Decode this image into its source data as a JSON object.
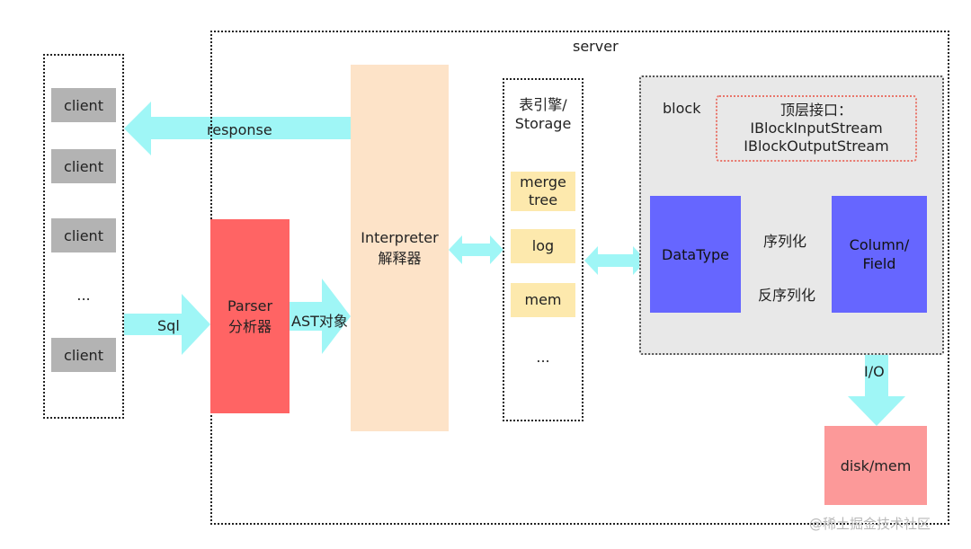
{
  "server_label": "server",
  "clients": [
    "client",
    "client",
    "client",
    "...",
    "client"
  ],
  "arrows": {
    "response": "response",
    "sql": "Sql",
    "ast": "AST对象",
    "serialize": "序列化",
    "deserialize": "反序列化",
    "io": "I/O"
  },
  "parser": {
    "line1": "Parser",
    "line2": "分析器"
  },
  "interpreter": {
    "line1": "Interpreter",
    "line2": "解释器"
  },
  "storage": {
    "title_line1": "表引擎/",
    "title_line2": "Storage",
    "items": [
      {
        "line1": "merge",
        "line2": "tree"
      },
      {
        "line1": "log"
      },
      {
        "line1": "mem"
      }
    ],
    "more": "..."
  },
  "block": {
    "label": "block",
    "top_interface": {
      "line1": "顶层接口：",
      "line2": "IBlockInputStream",
      "line3": "IBlockOutputStream"
    },
    "datatype": "DataType",
    "column": {
      "line1": "Column/",
      "line2": "Field"
    }
  },
  "disk": "disk/mem",
  "watermark": "@稀土掘金技术社区",
  "colors": {
    "arrow": "#9ff6f6",
    "parser": "#ff6464",
    "interpreter": "#fde3c8",
    "storage_item": "#fde9ad",
    "block_bg": "#e8e8e8",
    "datatype": "#6666ff",
    "column": "#6666ff",
    "disk": "#fc9999",
    "client": "#b3b3b3"
  }
}
